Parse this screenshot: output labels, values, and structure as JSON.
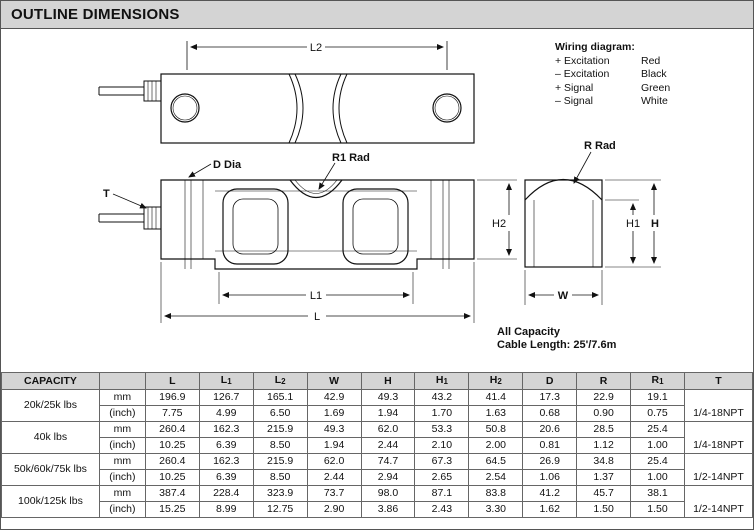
{
  "title": "OUTLINE DIMENSIONS",
  "drawing": {
    "labels": {
      "l2": "L2",
      "d_dia": "D Dia",
      "r1_rad": "R1 Rad",
      "r_rad": "R Rad",
      "t": "T",
      "h2": "H2",
      "h1": "H1",
      "h": "H",
      "l1": "L1",
      "l": "L",
      "w": "W"
    },
    "wiring": {
      "title": "Wiring diagram:",
      "rows": [
        {
          "signal": "+ Excitation",
          "color": "Red"
        },
        {
          "signal": "– Excitation",
          "color": "Black"
        },
        {
          "signal": "+ Signal",
          "color": "Green"
        },
        {
          "signal": "– Signal",
          "color": "White"
        }
      ]
    },
    "note_line1": "All Capacity",
    "note_line2": "Cable Length: 25'/7.6m"
  },
  "table": {
    "headers": {
      "capacity": "CAPACITY",
      "L": "L",
      "L1": "L",
      "L1_sub": "1",
      "L2": "L",
      "L2_sub": "2",
      "W": "W",
      "H": "H",
      "H1": "H",
      "H1_sub": "1",
      "H2": "H",
      "H2_sub": "2",
      "D": "D",
      "R": "R",
      "R1": "R",
      "R1_sub": "1",
      "T": "T"
    },
    "groups": [
      {
        "capacity": "20k/25k lbs",
        "mm": {
          "unit": "mm",
          "vals": [
            "196.9",
            "126.7",
            "165.1",
            "42.9",
            "49.3",
            "43.2",
            "41.4",
            "17.3",
            "22.9",
            "19.1"
          ]
        },
        "inch": {
          "unit": "(inch)",
          "vals": [
            "7.75",
            "4.99",
            "6.50",
            "1.69",
            "1.94",
            "1.70",
            "1.63",
            "0.68",
            "0.90",
            "0.75"
          ]
        },
        "t": "1/4-18NPT"
      },
      {
        "capacity": "40k lbs",
        "mm": {
          "unit": "mm",
          "vals": [
            "260.4",
            "162.3",
            "215.9",
            "49.3",
            "62.0",
            "53.3",
            "50.8",
            "20.6",
            "28.5",
            "25.4"
          ]
        },
        "inch": {
          "unit": "(inch)",
          "vals": [
            "10.25",
            "6.39",
            "8.50",
            "1.94",
            "2.44",
            "2.10",
            "2.00",
            "0.81",
            "1.12",
            "1.00"
          ]
        },
        "t": "1/4-18NPT"
      },
      {
        "capacity": "50k/60k/75k lbs",
        "mm": {
          "unit": "mm",
          "vals": [
            "260.4",
            "162.3",
            "215.9",
            "62.0",
            "74.7",
            "67.3",
            "64.5",
            "26.9",
            "34.8",
            "25.4"
          ]
        },
        "inch": {
          "unit": "(inch)",
          "vals": [
            "10.25",
            "6.39",
            "8.50",
            "2.44",
            "2.94",
            "2.65",
            "2.54",
            "1.06",
            "1.37",
            "1.00"
          ]
        },
        "t": "1/2-14NPT"
      },
      {
        "capacity": "100k/125k lbs",
        "mm": {
          "unit": "mm",
          "vals": [
            "387.4",
            "228.4",
            "323.9",
            "73.7",
            "98.0",
            "87.1",
            "83.8",
            "41.2",
            "45.7",
            "38.1"
          ]
        },
        "inch": {
          "unit": "(inch)",
          "vals": [
            "15.25",
            "8.99",
            "12.75",
            "2.90",
            "3.86",
            "2.43",
            "3.30",
            "1.62",
            "1.50",
            "1.50"
          ]
        },
        "t": "1/2-14NPT"
      }
    ]
  }
}
